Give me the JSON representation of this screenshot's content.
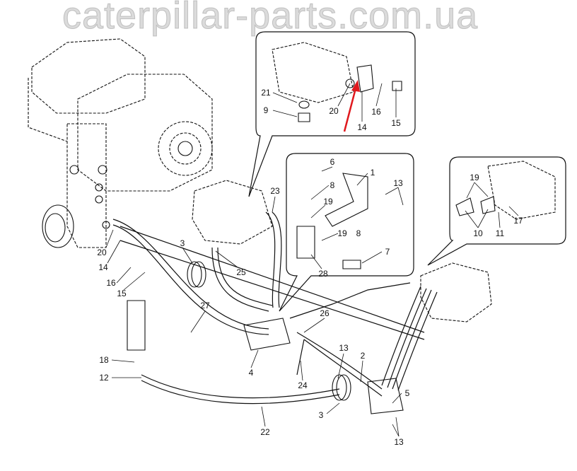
{
  "diagram": {
    "watermark": "caterpillar-parts.com.ua",
    "accent_color": "#e0191e",
    "inset_top": {
      "labels": [
        "21",
        "9",
        "20",
        "14",
        "16",
        "15"
      ]
    },
    "inset_middle": {
      "labels": [
        "6",
        "8",
        "1",
        "13",
        "19",
        "19",
        "8",
        "7",
        "28"
      ]
    },
    "inset_right": {
      "labels": [
        "19",
        "10",
        "11",
        "17"
      ]
    },
    "main": {
      "labels": [
        "23",
        "3",
        "25",
        "20",
        "14",
        "16",
        "15",
        "27",
        "26",
        "18",
        "12",
        "4",
        "24",
        "13",
        "2",
        "5",
        "3",
        "22",
        "13"
      ]
    }
  }
}
